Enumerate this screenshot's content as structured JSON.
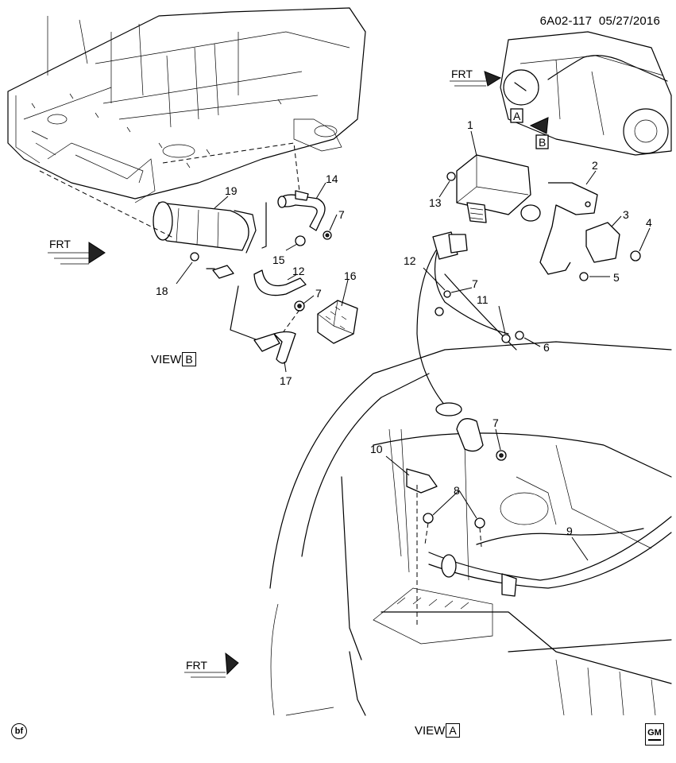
{
  "header": {
    "code": "6A02-117",
    "date": "05/27/2016"
  },
  "views": [
    {
      "prefix": "VIEW",
      "letter": "B"
    },
    {
      "prefix": "VIEW",
      "letter": "A"
    }
  ],
  "detail_tags": [
    "A",
    "B"
  ],
  "frt_label": "FRT",
  "footer": {
    "left_badge": "bf",
    "right_logo": "GM"
  },
  "callouts": [
    "1",
    "2",
    "3",
    "4",
    "5",
    "6",
    "7",
    "7",
    "7",
    "7",
    "8",
    "9",
    "10",
    "11",
    "12",
    "12",
    "13",
    "14",
    "15",
    "16",
    "17",
    "18",
    "19"
  ]
}
